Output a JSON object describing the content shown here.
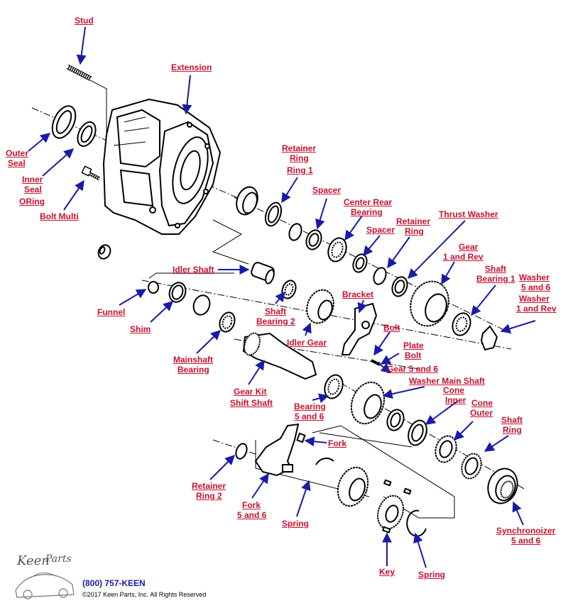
{
  "colors": {
    "label": "#c8102e",
    "arrow": "#1a1aa8",
    "line": "#000000"
  },
  "labels": {
    "stud": "Stud",
    "extension": "Extension",
    "outer_seal_1": "Outer",
    "outer_seal_2": "Seal",
    "inner_seal_1": "Inner",
    "inner_seal_2": "Seal",
    "oring": "ORing",
    "bolt_multi": "Bolt Multi",
    "retainer_ring_1a": "Retainer",
    "retainer_ring_1b": "Ring",
    "retainer_ring_1c": "Ring 1",
    "spacer_1": "Spacer",
    "center_rear_bearing_1": "Center Rear",
    "center_rear_bearing_2": "Bearing",
    "spacer_2": "Spacer",
    "retainer_ring_a": "Retainer",
    "retainer_ring_b": "Ring",
    "thrust_washer": "Thrust Washer",
    "gear_1_rev_1": "Gear",
    "gear_1_rev_2": "1 and Rev",
    "shaft_bearing_1a": "Shaft",
    "shaft_bearing_1b": "Bearing 1",
    "washer_5_6a": "Washer",
    "washer_5_6b": "5 and 6",
    "washer_1_rev_a": "Washer",
    "washer_1_rev_b": "1 and Rev",
    "idler_shaft": "Idler Shaft",
    "funnel": "Funnel",
    "shim": "Shim",
    "bracket": "Bracket",
    "shaft_bearing_2a": "Shaft",
    "shaft_bearing_2b": "Bearing 2",
    "idler_gear": "Idler Gear",
    "bolt": "Bolt",
    "plate_bolt_a": "Plate",
    "plate_bolt_b": "Bolt",
    "mainshaft_bearing_a": "Mainshaft",
    "mainshaft_bearing_b": "Bearing",
    "gear_5_6": "Gear 5 and 6",
    "washer_main_shaft": "Washer Main Shaft",
    "cone_inner_a": "Cone",
    "cone_inner_b": "Inner",
    "gear_kit_a": "Gear Kit",
    "gear_kit_b": "Shift Shaft",
    "bearing_5_6a": "Bearing",
    "bearing_5_6b": "5 and 6",
    "cone_outer_a": "Cone",
    "cone_outer_b": "Outer",
    "shaft_ring_a": "Shaft",
    "shaft_ring_b": "Ring",
    "fork": "Fork",
    "retainer_ring_2a": "Retainer",
    "retainer_ring_2b": "Ring 2",
    "fork_5_6a": "Fork",
    "fork_5_6b": "5 and 6",
    "spring_1": "Spring",
    "synchronizer_a": "Synchronoizer",
    "synchronizer_b": "5 and 6",
    "key": "Key",
    "spring_2": "Spring"
  },
  "brand": {
    "logo_text": "Keen Parts",
    "phone": "(800) 757-KEEN",
    "copyright": "©2017 Keen Parts, Inc. All Rights Reserved"
  }
}
